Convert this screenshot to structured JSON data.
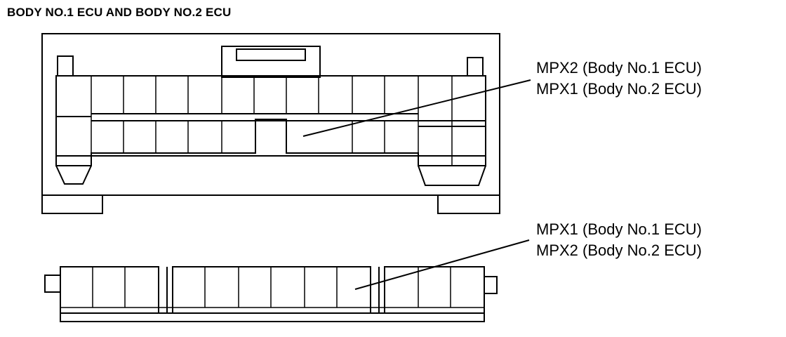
{
  "title": "BODY NO.1 ECU AND BODY NO.2 ECU",
  "upper_connector": {
    "label_lines": [
      "MPX2 (Body No.1 ECU)",
      "MPX1 (Body No.2 ECU)"
    ]
  },
  "lower_connector": {
    "label_lines": [
      "MPX1 (Body No.1 ECU)",
      "MPX2 (Body No.2 ECU)"
    ]
  }
}
